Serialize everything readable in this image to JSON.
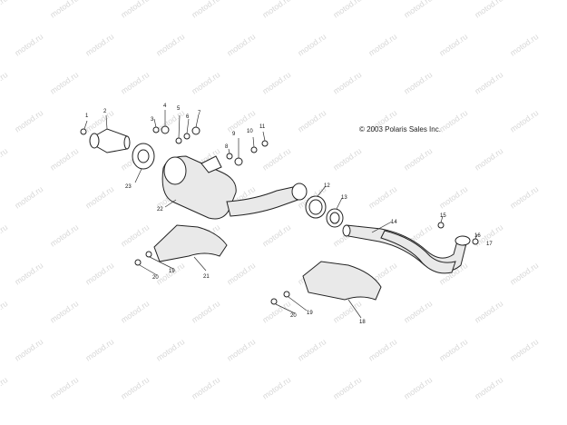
{
  "copyright": "© 2003 Polaris Sales Inc.",
  "watermark": "motod.ru",
  "colors": {
    "line": "#222222",
    "fill": "#e9e9e9",
    "watermark": "#d8d8d8"
  },
  "callouts": [
    "1",
    "2",
    "3",
    "4",
    "5",
    "6",
    "7",
    "8",
    "9",
    "10",
    "11",
    "12",
    "13",
    "14",
    "15",
    "16",
    "17",
    "18",
    "19",
    "19",
    "20",
    "20",
    "21",
    "22",
    "23"
  ]
}
